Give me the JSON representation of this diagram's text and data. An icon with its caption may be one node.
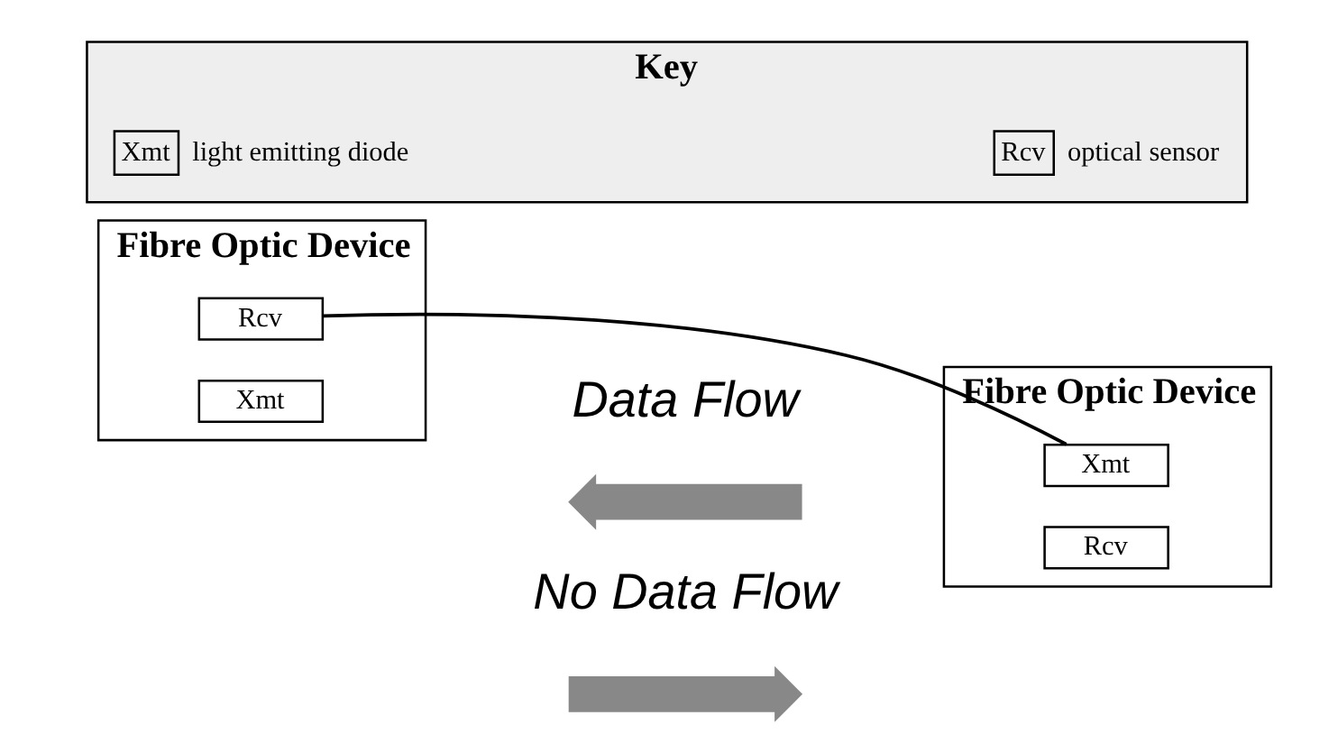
{
  "diagram": {
    "nodes": [
      {
        "text": [
          "Fibre Optic Device"
        ]
      },
      {
        "text": [
          "Rcv"
        ],
        "in": 0
      },
      {
        "text": [
          "Xmt"
        ],
        "in": 0
      },
      {
        "text": [
          "Fibre Optic Device"
        ]
      },
      {
        "text": [
          "Xmt"
        ],
        "in": 3
      },
      {
        "text": [
          "Rcv"
        ],
        "in": 3
      },
      {
        "text": [
          "Key"
        ]
      },
      {
        "text": [
          "Xmt"
        ],
        "in": 6,
        "beside": [
          "light emitting diode"
        ]
      },
      {
        "text": [
          "Rcv"
        ],
        "in": 6,
        "beside": [
          "optical sensor"
        ]
      },
      {
        "text": [],
        "shape": "arrow"
      },
      {
        "text": [],
        "shape": "arrow"
      }
    ],
    "edges": [
      {
        "from": 1,
        "to": 4,
        "arrow": "none"
      }
    ],
    "labels": [
      "Data Flow",
      "No Data Flow"
    ]
  }
}
